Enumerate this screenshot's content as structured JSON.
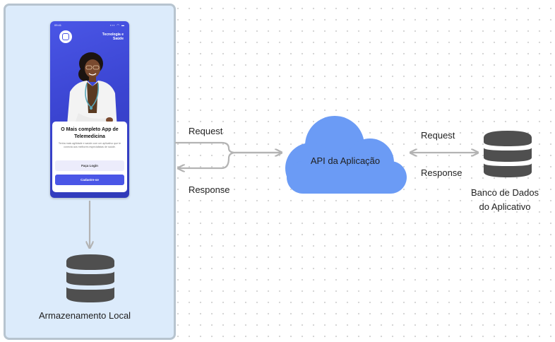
{
  "phone": {
    "status_time": "09:41",
    "status_icons": "▪▪▪ ◠ ▬",
    "brand": "Tecnologia e Saúde",
    "card_title": "O Mais completo App de Telemedicina",
    "card_text": "Tenha mais agilidade e saúde com um aplicativo que te conecta aos melhores especialistas de saúde.",
    "login_button": "Faça Login",
    "signup_button": "Cadastre-se"
  },
  "left_flow": {
    "request": "Request",
    "response": "Response"
  },
  "api": {
    "label": "API da Aplicação"
  },
  "right_flow": {
    "request": "Request",
    "response": "Response"
  },
  "database": {
    "label_line1": "Banco de Dados",
    "label_line2": "do Aplicativo"
  },
  "local_storage": {
    "label": "Armazenamento Local"
  },
  "colors": {
    "panel_bg": "#dcebfb",
    "panel_border": "#b7c4cf",
    "phone_accent": "#4a56e6",
    "cloud": "#6b9bf5",
    "db_icon": "#4f4f4f",
    "arrow": "#b3b3b3"
  }
}
